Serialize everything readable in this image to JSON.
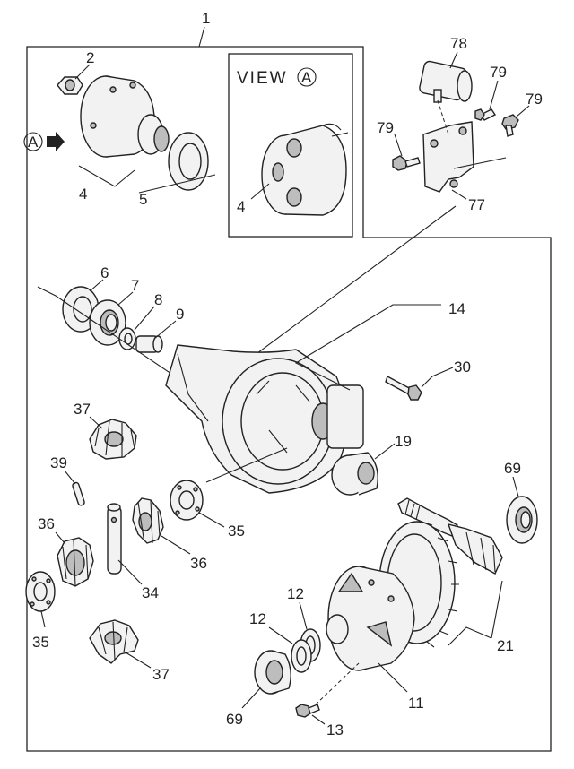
{
  "view_box": {
    "title": "VIEW",
    "marker": "A"
  },
  "direction_marker": {
    "letter": "A"
  },
  "callouts": {
    "c1": "1",
    "c2": "2",
    "c4a": "4",
    "c4b": "4",
    "c5": "5",
    "c6": "6",
    "c7": "7",
    "c8": "8",
    "c9": "9",
    "c11": "11",
    "c12a": "12",
    "c12b": "12",
    "c13": "13",
    "c14": "14",
    "c19": "19",
    "c21": "21",
    "c30": "30",
    "c34": "34",
    "c35a": "35",
    "c35b": "35",
    "c36a": "36",
    "c36b": "36",
    "c37a": "37",
    "c37b": "37",
    "c39": "39",
    "c69a": "69",
    "c69b": "69",
    "c77": "77",
    "c78": "78",
    "c79a": "79",
    "c79b": "79",
    "c79c": "79"
  }
}
